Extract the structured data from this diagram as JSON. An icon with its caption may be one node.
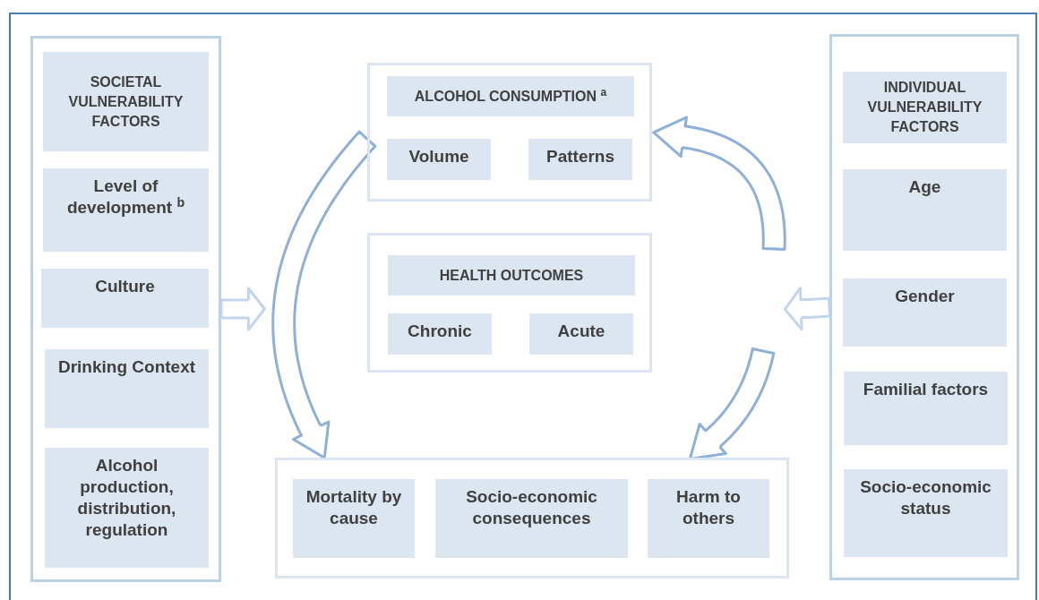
{
  "diagram": {
    "nodes": [
      {
        "text": [],
        "shape": "box"
      },
      {
        "text": [
          "SOCIETAL VULNERABILITY FACTORS"
        ],
        "in": 0
      },
      {
        "text": [
          "Level of development $^{b}$"
        ],
        "in": 0
      },
      {
        "text": [
          "Culture"
        ],
        "in": 0
      },
      {
        "text": [
          "Drinking Context"
        ],
        "in": 0
      },
      {
        "text": [
          "Alcohol production, distribution, regulation"
        ],
        "in": 0
      },
      {
        "text": [],
        "shape": "box"
      },
      {
        "text": [
          "ALCOHOL CONSUMPTION $^{a}$"
        ],
        "in": 6
      },
      {
        "text": [
          "Volume"
        ],
        "in": 6
      },
      {
        "text": [
          "Patterns"
        ],
        "in": 6
      },
      {
        "text": [],
        "shape": "box"
      },
      {
        "text": [
          "HEALTH OUTCOMES"
        ],
        "in": 10
      },
      {
        "text": [
          "Chronic"
        ],
        "in": 10
      },
      {
        "text": [
          "Acute"
        ],
        "in": 10
      },
      {
        "text": [],
        "shape": "box"
      },
      {
        "text": [
          "Mortality by cause"
        ],
        "in": 14
      },
      {
        "text": [
          "Socio-economic consequences"
        ],
        "in": 14
      },
      {
        "text": [
          "Harm to others"
        ],
        "in": 14
      },
      {
        "text": [],
        "shape": "box"
      },
      {
        "text": [
          "INDIVIDUAL VULNERABILITY FACTORS"
        ],
        "in": 18
      },
      {
        "text": [
          "Age"
        ],
        "in": 18
      },
      {
        "text": [
          "Gender"
        ],
        "in": 18
      },
      {
        "text": [
          "Familial factors"
        ],
        "in": 18
      },
      {
        "text": [
          "Socio-economic status"
        ],
        "in": 18
      }
    ],
    "edges": [
      {
        "from": 0,
        "to": null,
        "arrow": "to",
        "color": "#c3d5ea"
      },
      {
        "from": 6,
        "to": 14,
        "arrow": "to"
      },
      {
        "from": null,
        "to": 6,
        "arrow": "to"
      },
      {
        "from": null,
        "to": 14,
        "arrow": "to"
      },
      {
        "from": 18,
        "to": null,
        "arrow": "to",
        "color": "#c3d5ea"
      }
    ]
  }
}
